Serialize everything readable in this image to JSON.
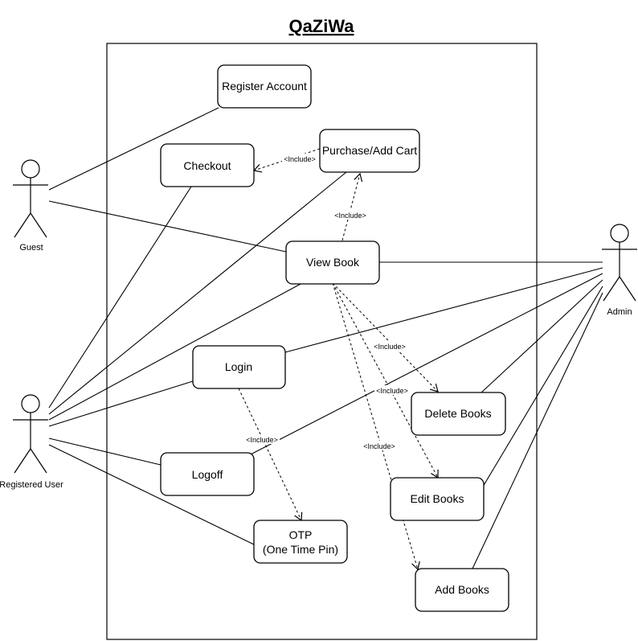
{
  "title": "QaZiWa",
  "actors": {
    "guest": "Guest",
    "registered_user": "Registered User",
    "admin": "Admin"
  },
  "use_cases": {
    "register_account": "Register Account",
    "checkout": "Checkout",
    "purchase_add_cart": "Purchase/Add Cart",
    "view_book": "View Book",
    "login": "Login",
    "logoff": "Logoff",
    "otp_line1": "OTP",
    "otp_line2": "(One Time Pin)",
    "delete_books": "Delete Books",
    "edit_books": "Edit Books",
    "add_books": "Add Books"
  },
  "relation_label": "<Include>"
}
